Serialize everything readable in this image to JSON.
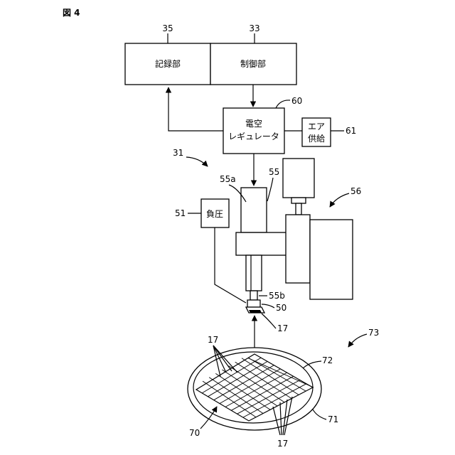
{
  "figure_title": "図 4",
  "blocks": {
    "recording": "記録部",
    "control": "制御部",
    "regulator_line1": "電空",
    "regulator_line2": "レギュレータ",
    "air_line1": "エア",
    "air_line2": "供給",
    "negative_pressure": "負圧"
  },
  "refs": {
    "r35": "35",
    "r33": "33",
    "r60": "60",
    "r61": "61",
    "r31": "31",
    "r55a": "55a",
    "r55": "55",
    "r56": "56",
    "r51": "51",
    "r55b": "55b",
    "r50": "50",
    "r17a": "17",
    "r73": "73",
    "r17b": "17",
    "r72": "72",
    "r71": "71",
    "r70": "70",
    "r17c": "17"
  }
}
